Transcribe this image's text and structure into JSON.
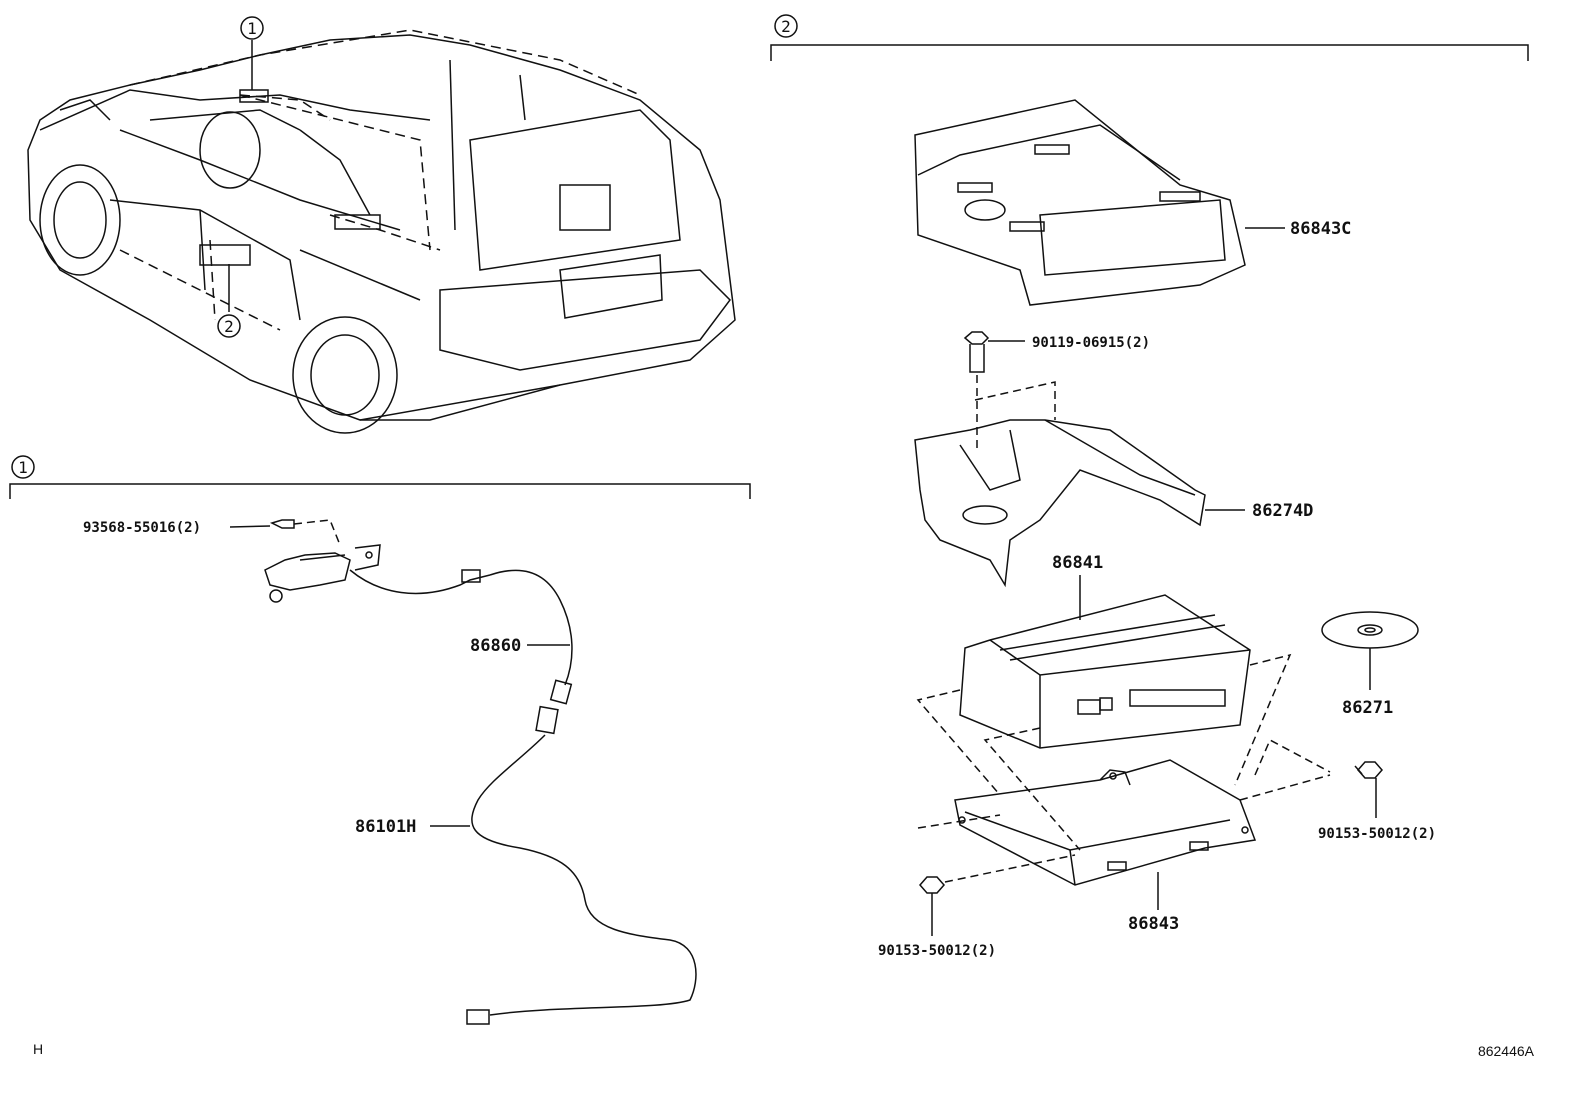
{
  "sections": {
    "s1_marker": "1",
    "s2_marker": "2"
  },
  "vehicle": {
    "callout_1": "1",
    "callout_2": "2"
  },
  "parts": {
    "p_86843C": "86843C",
    "p_90119_06915": "90119-06915(2)",
    "p_86274D": "86274D",
    "p_86841": "86841",
    "p_86271": "86271",
    "p_90153_right": "90153-50012(2)",
    "p_90153_left": "90153-50012(2)",
    "p_86843": "86843",
    "p_93568": "93568-55016(2)",
    "p_86860": "86860",
    "p_86101H": "86101H"
  },
  "footer": {
    "left_code": "H",
    "diagram_id": "862446A"
  }
}
